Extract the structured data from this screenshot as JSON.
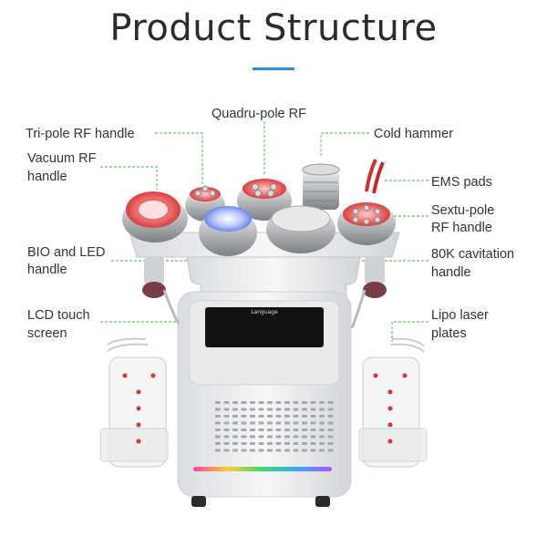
{
  "title": "Product Structure",
  "accent_color": "#2f8ed8",
  "leader_color": "#3fae49",
  "labels": {
    "tri_pole": "Tri-pole RF handle",
    "quadru_pole": "Quadru-pole RF",
    "cold_hammer": "Cold hammer",
    "vacuum_rf_1": "Vacuum RF",
    "vacuum_rf_2": "handle",
    "ems_pads": "EMS pads",
    "sextu_pole_1": "Sextu-pole",
    "sextu_pole_2": "RF handle",
    "bio_led_1": "BIO and LED",
    "bio_led_2": "handle",
    "cavitation_1": "80K cavitation",
    "cavitation_2": "handle",
    "lcd_1": "LCD touch",
    "lcd_2": "screen",
    "lipo_1": "Lipo laser",
    "lipo_2": "plates"
  },
  "screen": {
    "title": "Language"
  }
}
